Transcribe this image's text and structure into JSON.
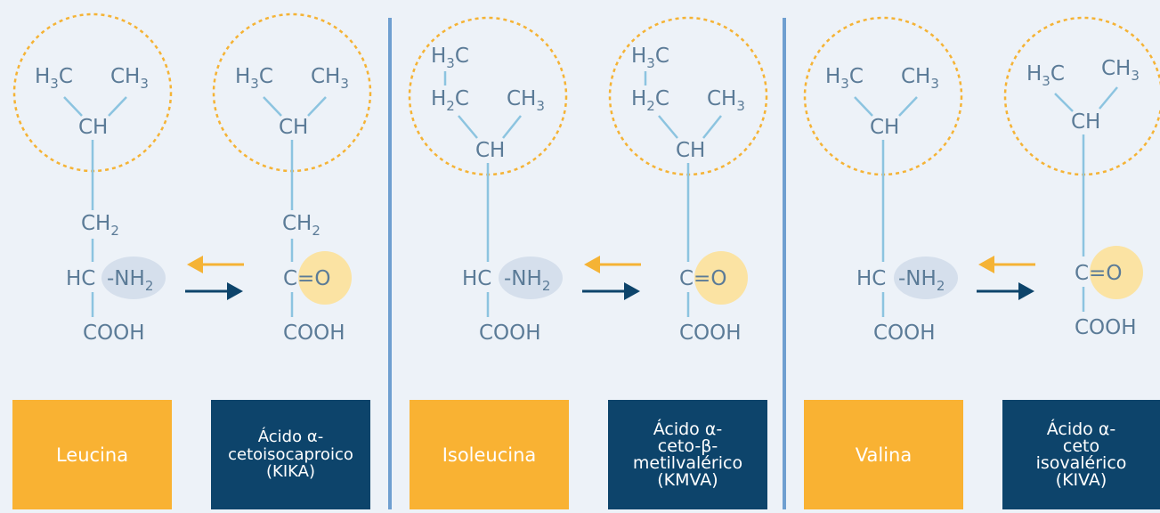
{
  "labels": {
    "leucine": "Leucina",
    "kic": "Ácido α-\ncetoisocaproico\n(KIKA)",
    "isoleucine": "Isoleucina",
    "kmva": "Ácido α-\nceto-β-\nmetilvalérico\n(KMVA)",
    "valine": "Valina",
    "kiva": "Ácido α-\nceto\nisovalérico\n(KIVA)"
  },
  "atoms": {
    "h3c": "H3C",
    "ch3": "CH3",
    "h2c": "H2C",
    "ch": "CH",
    "ch2": "CH2",
    "hc": "HC",
    "nh2": "-NH2",
    "co": "C=O",
    "cooh": "COOH"
  },
  "colors": {
    "background": "#edf2f8",
    "amino_box": "#f9b233",
    "keto_box": "#0d446b",
    "text": "#5b7b97",
    "bond": "#8cc4e0",
    "dashed_circle": "#f5b335",
    "amino_highlight": "#d5dfec",
    "carbonyl_highlight": "#fbe3a3",
    "arrow_reverse": "#f5b335",
    "arrow_forward": "#0d446b",
    "divider": "#6f9fd0"
  },
  "icons": [
    "arrow-left-icon",
    "arrow-right-icon"
  ]
}
